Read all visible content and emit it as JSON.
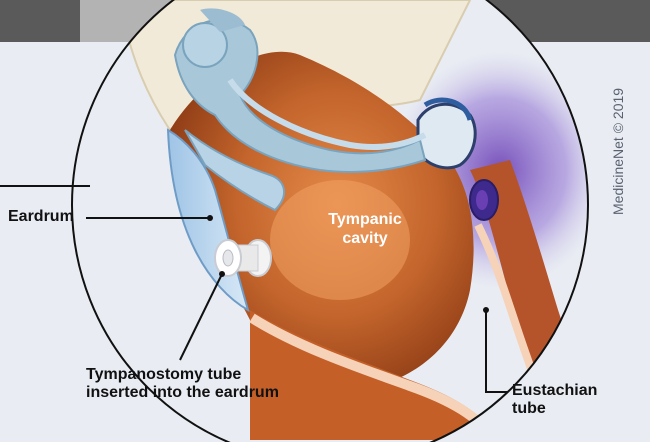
{
  "labels": {
    "eardrum": "Eardrum",
    "tympanic_line1": "Tympanic",
    "tympanic_line2": "cavity",
    "tube_line1": "Tympanostomy tube",
    "tube_line2": "inserted into the eardrum",
    "eustachian_line1": "Eustachian",
    "eustachian_line2": "tube"
  },
  "copyright": "MedicineNet © 2019",
  "colors": {
    "background": "#e9edf3",
    "top_bar": "#5a5a5a",
    "bone": "#f2ead8",
    "cavity": "#b85a25",
    "ossicles": "#a8c8da",
    "eustachian": "#6a3fb4",
    "outline": "#111111"
  }
}
